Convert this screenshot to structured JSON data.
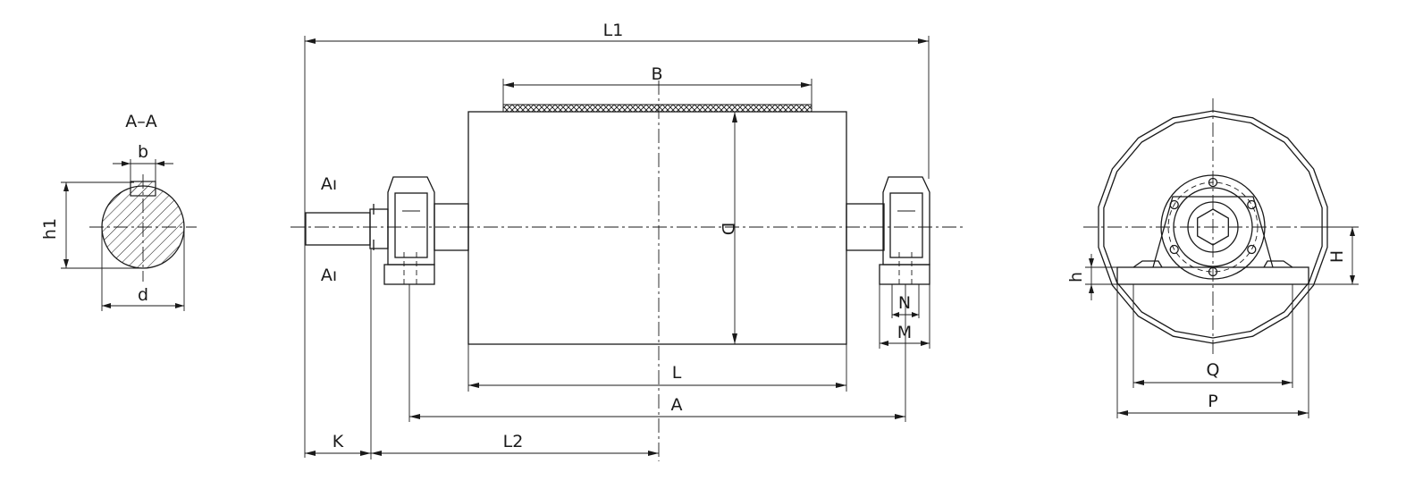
{
  "section_view": {
    "title": "A–A",
    "key_width": "b",
    "height": "h1",
    "diameter": "d"
  },
  "main_view": {
    "overall_length": "L1",
    "lagging_width": "B",
    "drum_diameter": "D",
    "drum_length": "L",
    "bearing_span": "A",
    "shaft_extension": "K",
    "shaft_to_center": "L2",
    "section_mark_top": "Aı",
    "section_mark_bottom": "Aı",
    "bearing_bolt_gap": "N",
    "bearing_base_width": "M"
  },
  "end_view": {
    "center_height": "H",
    "base_thickness": "h",
    "bolt_spacing": "Q",
    "base_length": "P"
  }
}
